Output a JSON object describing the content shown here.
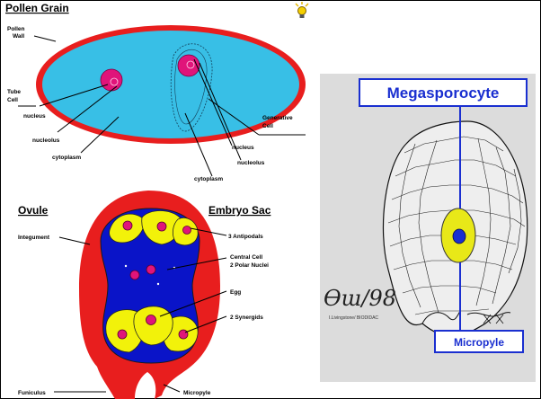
{
  "pollen": {
    "title": "Pollen Grain",
    "labels": {
      "pollen_wall_1": "Pollen",
      "pollen_wall_2": "Wall",
      "tube_cell_1": "Tube",
      "tube_cell_2": "Cell",
      "nucleus_left": "nucleus",
      "nucleolus_left": "nucleolus",
      "cytoplasm_left": "cytoplasm",
      "generative_cell_1": "Generative",
      "generative_cell_2": "Cell",
      "nucleus_right": "nucleus",
      "nucleolus_right": "nucleolus",
      "cytoplasm_right": "cytoplasm"
    }
  },
  "ovule": {
    "title": "Ovule",
    "embryo_sac_title": "Embryo Sac",
    "labels": {
      "integument": "Integument",
      "antipodals": "3 Antipodals",
      "central_cell": "Central Cell",
      "polar_nuclei": "2 Polar Nuclei",
      "egg": "Egg",
      "synergids": "2 Synergids",
      "funiculus": "Funiculus",
      "micropyle": "Micropyle"
    }
  },
  "megasporocyte_panel": {
    "title": "Megasporocyte",
    "micropyle": "Micropyle",
    "signature": "Ɵɯ/98",
    "credit": "I.Livingstone/ BIODIDAC"
  },
  "colors": {
    "wall_red": "#e81e1e",
    "pollen_cyan": "#38bfe6",
    "nucleus_magenta": "#e0147a",
    "sac_blue": "#0a14c8",
    "cell_yellow": "#f2f20a",
    "panel_gray": "#dcdcdc",
    "mega_blue": "#1a2fd0"
  },
  "icons": [
    "lightbulb-icon"
  ]
}
